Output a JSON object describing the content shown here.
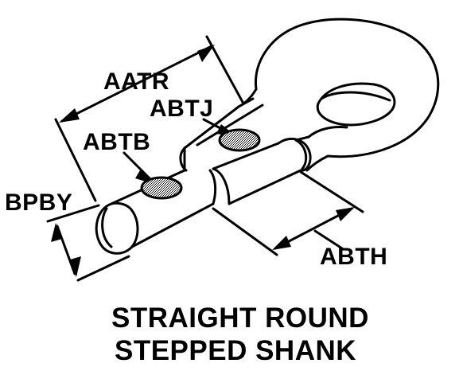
{
  "labels": {
    "aatr": "AATR",
    "abtj": "ABTJ",
    "abtb": "ABTB",
    "bpby": "BPBY",
    "abth": "ABTH"
  },
  "caption": {
    "line1": "STRAIGHT ROUND",
    "line2": "STEPPED SHANK"
  },
  "colors": {
    "ink": "#000000",
    "background": "#ffffff"
  }
}
